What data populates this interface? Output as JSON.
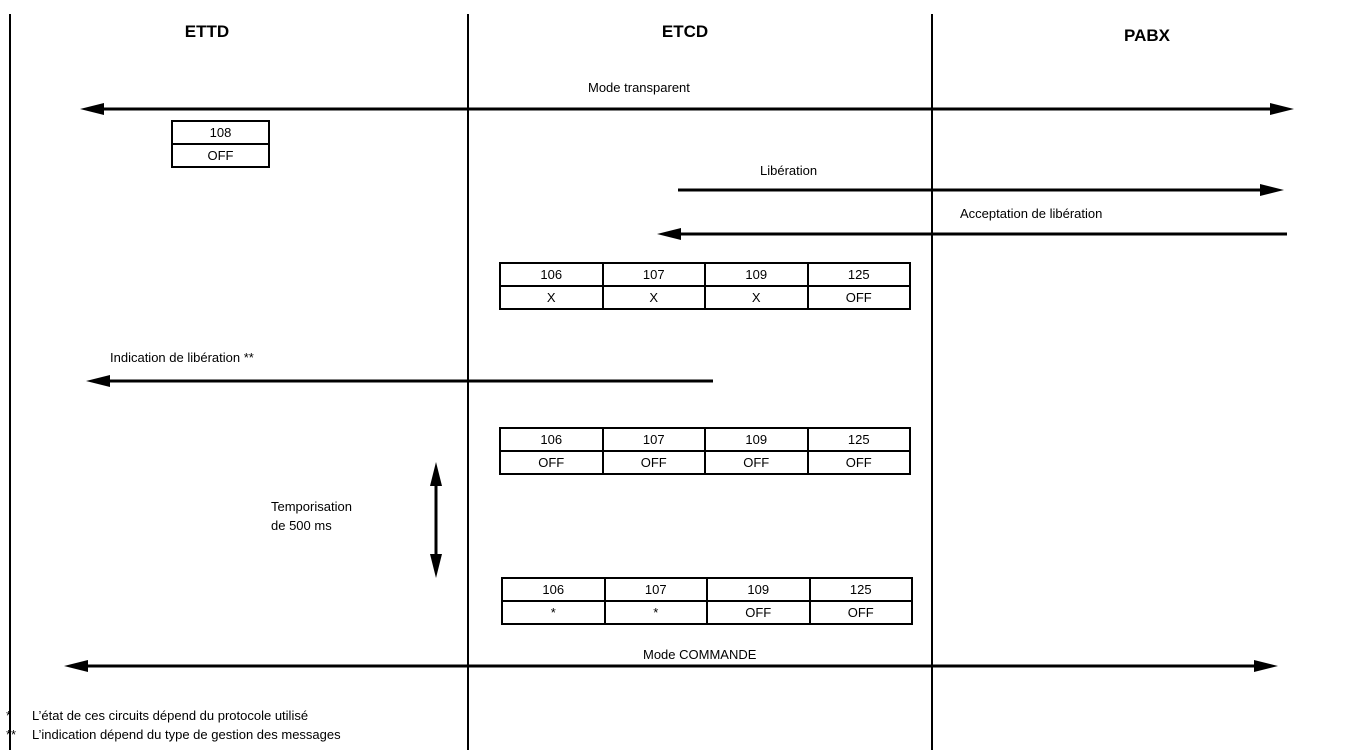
{
  "columns": {
    "ettd": "ETTD",
    "etcd": "ETCD",
    "pabx": "PABX"
  },
  "messages": {
    "mode_transparent": "Mode transparent",
    "liberation": "Libération",
    "acceptation": "Acceptation de libération",
    "indication": "Indication de libération **",
    "temporisation_line1": "Temporisation",
    "temporisation_line2": "de 500 ms",
    "mode_commande": "Mode COMMANDE"
  },
  "table_108": {
    "header": "108",
    "value": "OFF"
  },
  "table_1": {
    "headers": [
      "106",
      "107",
      "109",
      "125"
    ],
    "values": [
      "X",
      "X",
      "X",
      "OFF"
    ]
  },
  "table_2": {
    "headers": [
      "106",
      "107",
      "109",
      "125"
    ],
    "values": [
      "OFF",
      "OFF",
      "OFF",
      "OFF"
    ]
  },
  "table_3": {
    "headers": [
      "106",
      "107",
      "109",
      "125"
    ],
    "values": [
      "*",
      "*",
      "OFF",
      "OFF"
    ]
  },
  "footnotes": [
    {
      "mark": "*",
      "text": "L’état de ces circuits dépend du protocole utilisé"
    },
    {
      "mark": "**",
      "text": "L’indication dépend du type de gestion des messages"
    }
  ]
}
